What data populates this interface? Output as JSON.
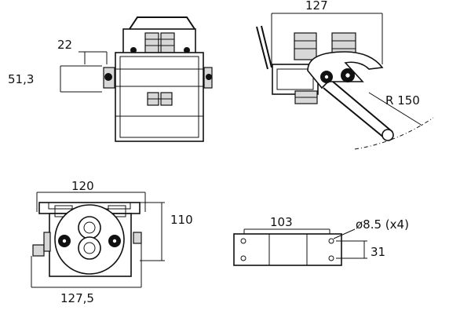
{
  "dimensions": {
    "front_width": "22",
    "front_height": "51,3",
    "side_width": "127",
    "side_radius": "R 150",
    "top_width": "120",
    "top_height": "110",
    "top_base": "127,5",
    "plate_width": "103",
    "plate_hole": "ø8.5 (x4)",
    "plate_height": "31"
  }
}
